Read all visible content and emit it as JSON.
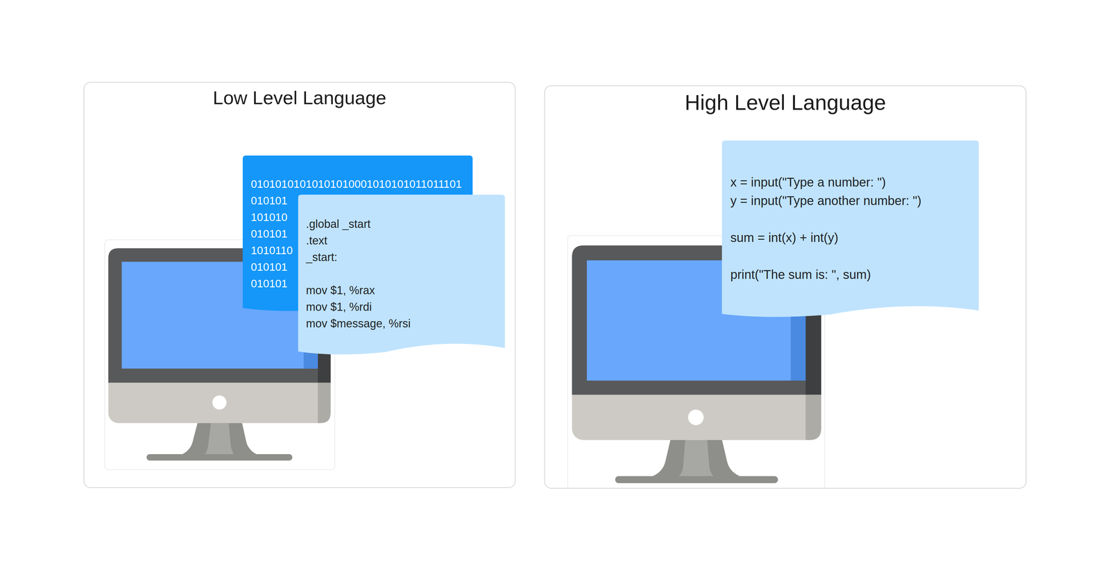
{
  "diagram": {
    "nodes": [
      {
        "text": [
          "Low Level Language"
        ]
      },
      {
        "text": [
          "01010101010101010001010101011011101",
          "010101",
          "101010",
          "010101",
          "1010110",
          "010101",
          "010101"
        ],
        "in": 0
      },
      {
        "text": [
          ".global _start",
          ".text",
          "_start:",
          "mov $1, %rax",
          "mov $1, %rdi",
          "mov $message, %rsi"
        ],
        "in": 0
      },
      {
        "text": [
          "High Level Language"
        ]
      },
      {
        "text": [
          "x = input(\"Type a number: \")",
          "y = input(\"Type another number: \")",
          "sum = int(x) + int(y)",
          "print(\"The sum is: \", sum)"
        ],
        "in": 3
      }
    ]
  }
}
